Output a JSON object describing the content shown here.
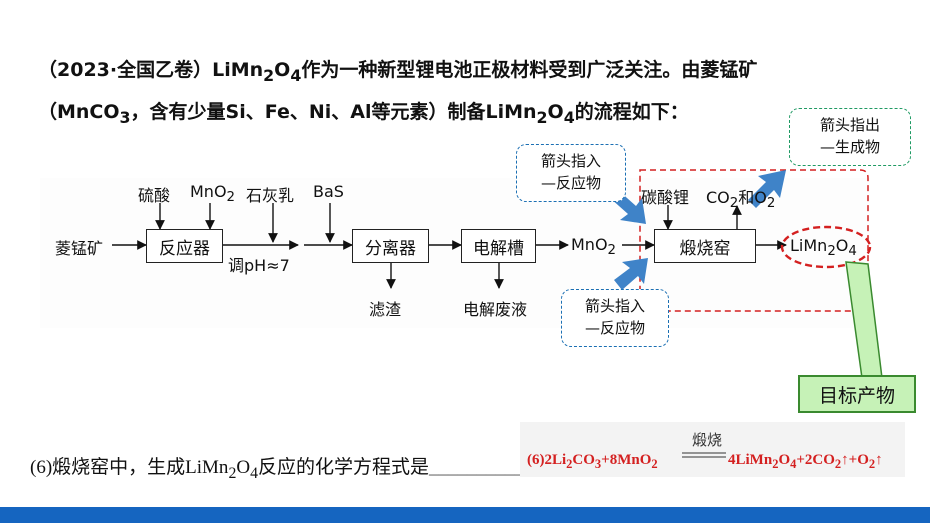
{
  "header": {
    "line1_a": "（2023·全国乙卷）LiMn",
    "line1_sub1": "2",
    "line1_b": "O",
    "line1_sub2": "4",
    "line1_c": "作为一种新型锂电池正极材料受到广泛关注。由菱锰矿",
    "line2_a": "（MnCO",
    "line2_sub1": "3",
    "line2_b": "，含有少量Si、Fe、Ni、Al等元素）制备LiMn",
    "line2_sub2": "2",
    "line2_c": "O",
    "line2_sub3": "4",
    "line2_d": "的流程如下："
  },
  "flow": {
    "raw": "菱锰矿",
    "reactor": "反应器",
    "separator": "分离器",
    "electrolyzer": "电解槽",
    "kiln": "煅烧窑",
    "reagent_acid": "硫酸",
    "reagent_mno2": "MnO",
    "reagent_mno2_sub": "2",
    "reagent_lime": "石灰乳",
    "reagent_bas": "BaS",
    "ph_label": "调pH≈7",
    "residue": "滤渣",
    "waste": "电解废液",
    "mno2_out": "MnO",
    "mno2_out_sub": "2",
    "li2co3": "碳酸锂",
    "gas_a": "CO",
    "gas_sub": "2",
    "gas_b": "和O",
    "gas_sub2": "2",
    "product_a": "LiMn",
    "product_sub1": "2",
    "product_b": "O",
    "product_sub2": "4"
  },
  "notes": {
    "arrow_in_top_l1": "箭头指入",
    "arrow_in_top_l2": "—反应物",
    "arrow_in_bottom_l1": "箭头指入",
    "arrow_in_bottom_l2": "—反应物",
    "arrow_out_l1": "箭头指出",
    "arrow_out_l2": "—生成物",
    "target": "目标产物"
  },
  "question": {
    "text_a": "(6)煅烧窑中，生成LiMn",
    "sub1": "2",
    "text_b": "O",
    "sub2": "4",
    "text_c": "反应的化学方程式是",
    "blank": "________________________________",
    "end": "。"
  },
  "answer": {
    "condition": "煅烧",
    "a": "(6)2Li",
    "s1": "2",
    "b": "CO",
    "s2": "3",
    "c": "+8MnO",
    "s3": "2",
    "d": "4LiMn",
    "s4": "2",
    "e": "O",
    "s5": "4",
    "f": "+2CO",
    "s6": "2",
    "g": "↑+O",
    "s7": "2",
    "h": "↑"
  },
  "colors": {
    "accent_blue": "#1565c0",
    "arrow_blue": "#3f83c8",
    "note_green": "#1f9a63",
    "highlight_red": "#d42020",
    "target_fill": "#c6f2b7"
  }
}
